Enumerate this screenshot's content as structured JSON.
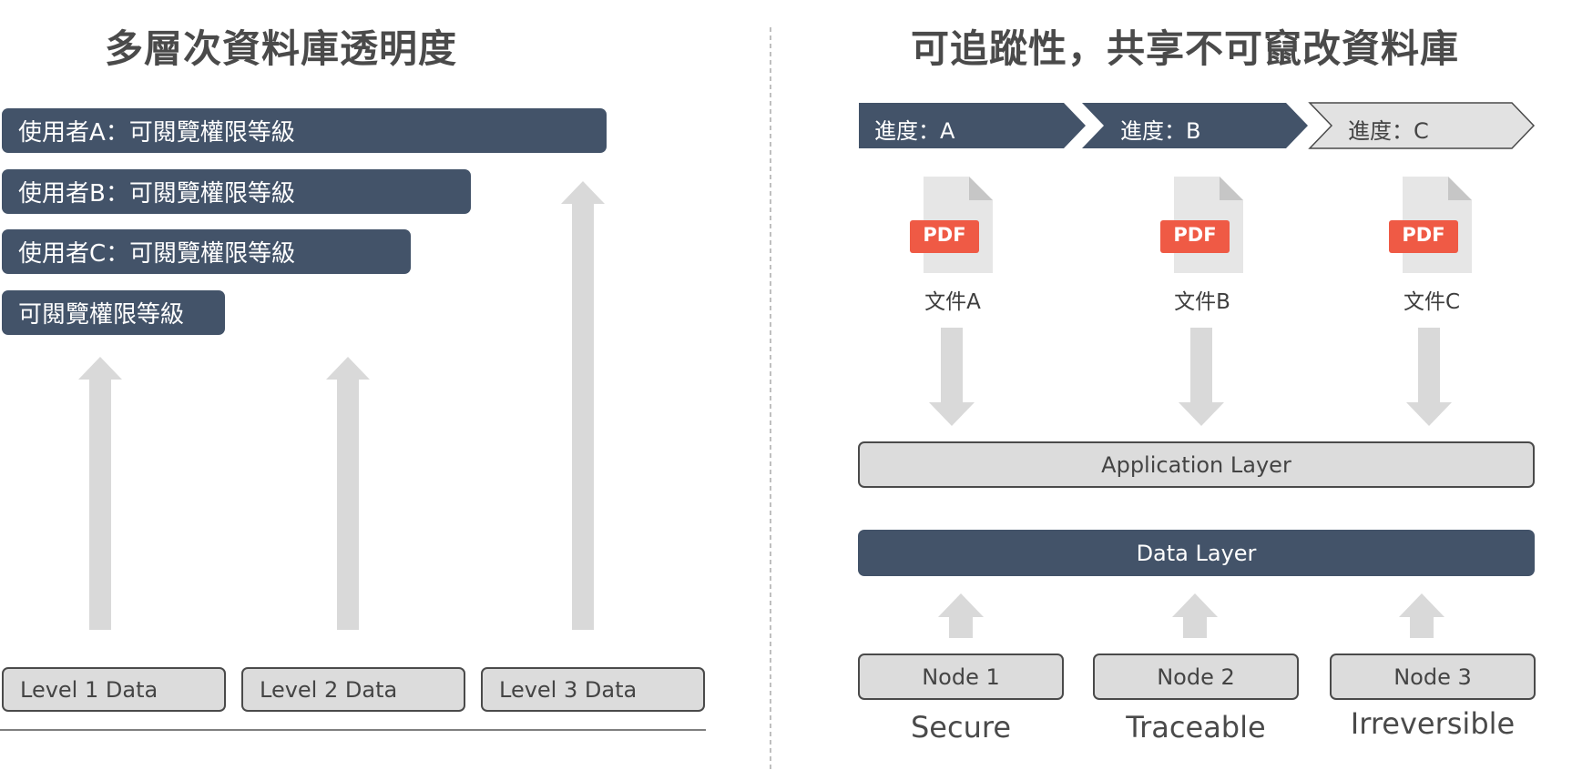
{
  "left": {
    "title": "多層次資料庫透明度",
    "access_bars": [
      {
        "label": "使用者A：可閱覽權限等級"
      },
      {
        "label": "使用者B：可閱覽權限等級"
      },
      {
        "label": "使用者C：可閱覽權限等級"
      },
      {
        "label": "可閱覽權限等級"
      }
    ],
    "levels": [
      {
        "label": "Level 1 Data"
      },
      {
        "label": "Level 2 Data"
      },
      {
        "label": "Level 3 Data"
      }
    ]
  },
  "right": {
    "title": "可追蹤性，共享不可竄改資料庫",
    "stages": [
      {
        "label": "進度：A"
      },
      {
        "label": "進度：B"
      },
      {
        "label": "進度：C"
      }
    ],
    "documents": [
      {
        "badge": "PDF",
        "label": "文件A"
      },
      {
        "badge": "PDF",
        "label": "文件B"
      },
      {
        "badge": "PDF",
        "label": "文件C"
      }
    ],
    "application_layer": "Application Layer",
    "data_layer": "Data Layer",
    "nodes": [
      {
        "label": "Node 1",
        "property": "Secure"
      },
      {
        "label": "Node 2",
        "property": "Traceable"
      },
      {
        "label": "Node 3",
        "property": "Irreversible"
      }
    ]
  },
  "colors": {
    "dark": "#435369",
    "light": "#dcdcdc",
    "arrow": "#d9d9d9",
    "pdf_red": "#ef5a45"
  }
}
